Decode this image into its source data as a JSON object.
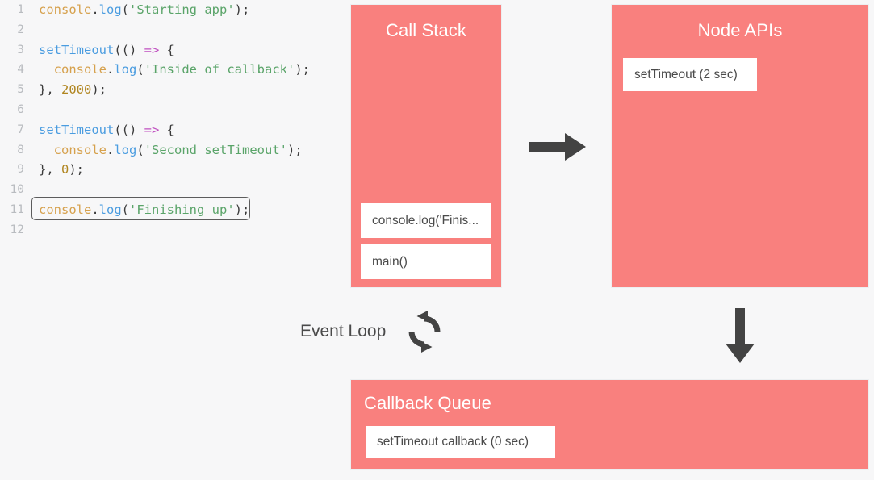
{
  "editor": {
    "name": "javascript-code-editor",
    "lines": [
      {
        "n": "1",
        "highlighted": false,
        "tokens": [
          {
            "t": "console",
            "c": "obj"
          },
          {
            "t": ".",
            "c": "punc"
          },
          {
            "t": "log",
            "c": "fn"
          },
          {
            "t": "(",
            "c": "punc"
          },
          {
            "t": "'Starting app'",
            "c": "str"
          },
          {
            "t": ");",
            "c": "punc"
          }
        ]
      },
      {
        "n": "2",
        "highlighted": false,
        "tokens": []
      },
      {
        "n": "3",
        "highlighted": false,
        "tokens": [
          {
            "t": "setTimeout",
            "c": "fn"
          },
          {
            "t": "(() ",
            "c": "punc"
          },
          {
            "t": "=>",
            "c": "arrow"
          },
          {
            "t": " {",
            "c": "punc"
          }
        ]
      },
      {
        "n": "4",
        "highlighted": false,
        "tokens": [
          {
            "t": "  ",
            "c": "plain"
          },
          {
            "t": "console",
            "c": "obj"
          },
          {
            "t": ".",
            "c": "punc"
          },
          {
            "t": "log",
            "c": "fn"
          },
          {
            "t": "(",
            "c": "punc"
          },
          {
            "t": "'Inside of callback'",
            "c": "str"
          },
          {
            "t": ");",
            "c": "punc"
          }
        ]
      },
      {
        "n": "5",
        "highlighted": false,
        "tokens": [
          {
            "t": "}, ",
            "c": "punc"
          },
          {
            "t": "2000",
            "c": "num"
          },
          {
            "t": ");",
            "c": "punc"
          }
        ]
      },
      {
        "n": "6",
        "highlighted": false,
        "tokens": []
      },
      {
        "n": "7",
        "highlighted": false,
        "tokens": [
          {
            "t": "setTimeout",
            "c": "fn"
          },
          {
            "t": "(() ",
            "c": "punc"
          },
          {
            "t": "=>",
            "c": "arrow"
          },
          {
            "t": " {",
            "c": "punc"
          }
        ]
      },
      {
        "n": "8",
        "highlighted": false,
        "tokens": [
          {
            "t": "  ",
            "c": "plain"
          },
          {
            "t": "console",
            "c": "obj"
          },
          {
            "t": ".",
            "c": "punc"
          },
          {
            "t": "log",
            "c": "fn"
          },
          {
            "t": "(",
            "c": "punc"
          },
          {
            "t": "'Second setTimeout'",
            "c": "str"
          },
          {
            "t": ");",
            "c": "punc"
          }
        ]
      },
      {
        "n": "9",
        "highlighted": false,
        "tokens": [
          {
            "t": "}, ",
            "c": "punc"
          },
          {
            "t": "0",
            "c": "num"
          },
          {
            "t": ");",
            "c": "punc"
          }
        ]
      },
      {
        "n": "10",
        "highlighted": false,
        "tokens": []
      },
      {
        "n": "11",
        "highlighted": true,
        "tokens": [
          {
            "t": "console",
            "c": "obj"
          },
          {
            "t": ".",
            "c": "punc"
          },
          {
            "t": "log",
            "c": "fn"
          },
          {
            "t": "(",
            "c": "punc"
          },
          {
            "t": "'Finishing up'",
            "c": "str"
          },
          {
            "t": ");",
            "c": "punc"
          }
        ]
      },
      {
        "n": "12",
        "highlighted": false,
        "tokens": []
      }
    ]
  },
  "call_stack": {
    "title": "Call Stack",
    "frames": [
      {
        "label": "console.log('Finis..."
      },
      {
        "label": "main()"
      }
    ]
  },
  "node_apis": {
    "title": "Node APIs",
    "frames": [
      {
        "label": "setTimeout (2 sec)"
      }
    ]
  },
  "callback_queue": {
    "title": "Callback Queue",
    "frames": [
      {
        "label": "setTimeout callback (0 sec)"
      }
    ]
  },
  "event_loop": {
    "label": "Event Loop",
    "icon": "loop-arrows-icon"
  },
  "arrows": {
    "stack_to_apis": "arrow-right-icon",
    "apis_to_queue": "arrow-down-icon"
  },
  "colors": {
    "panel_red": "#f9807e",
    "page_background": "#f7f7f8",
    "frame_white": "#ffffff",
    "title_white": "#ffffff",
    "arrow_dark": "#434343",
    "text_dark": "#4a4a4a",
    "gutter_gray": "#b9bcc0",
    "token_object": "#d6a14d",
    "token_function": "#4a9ce0",
    "token_string": "#5aa469",
    "token_punctuation": "#3b3b3b",
    "token_arrow": "#c050c0",
    "token_number": "#b0851f",
    "highlight_border": "#5c5c5c"
  }
}
